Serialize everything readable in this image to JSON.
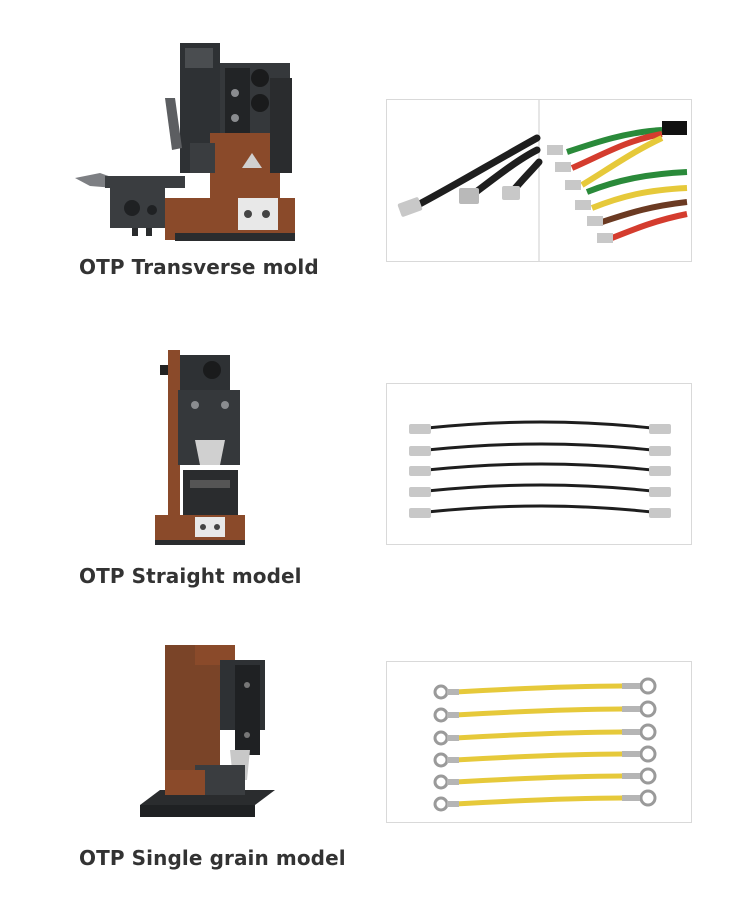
{
  "products": [
    {
      "caption": "OTP Transverse mold"
    },
    {
      "caption": "OTP Straight model"
    },
    {
      "caption": "OTP Single grain model"
    }
  ],
  "colors": {
    "caption_text": "#333333",
    "machine_dark": "#2e3134",
    "machine_copper": "#8a4a2a",
    "cable_black": "#1e1e1e",
    "cable_yellow": "#e6c93a",
    "terminal_silver": "#c8c8c8"
  },
  "icons": [
    "crimp-applicator-transverse",
    "crimp-applicator-straight",
    "crimp-applicator-single-grain",
    "cable-terminal-photo"
  ]
}
